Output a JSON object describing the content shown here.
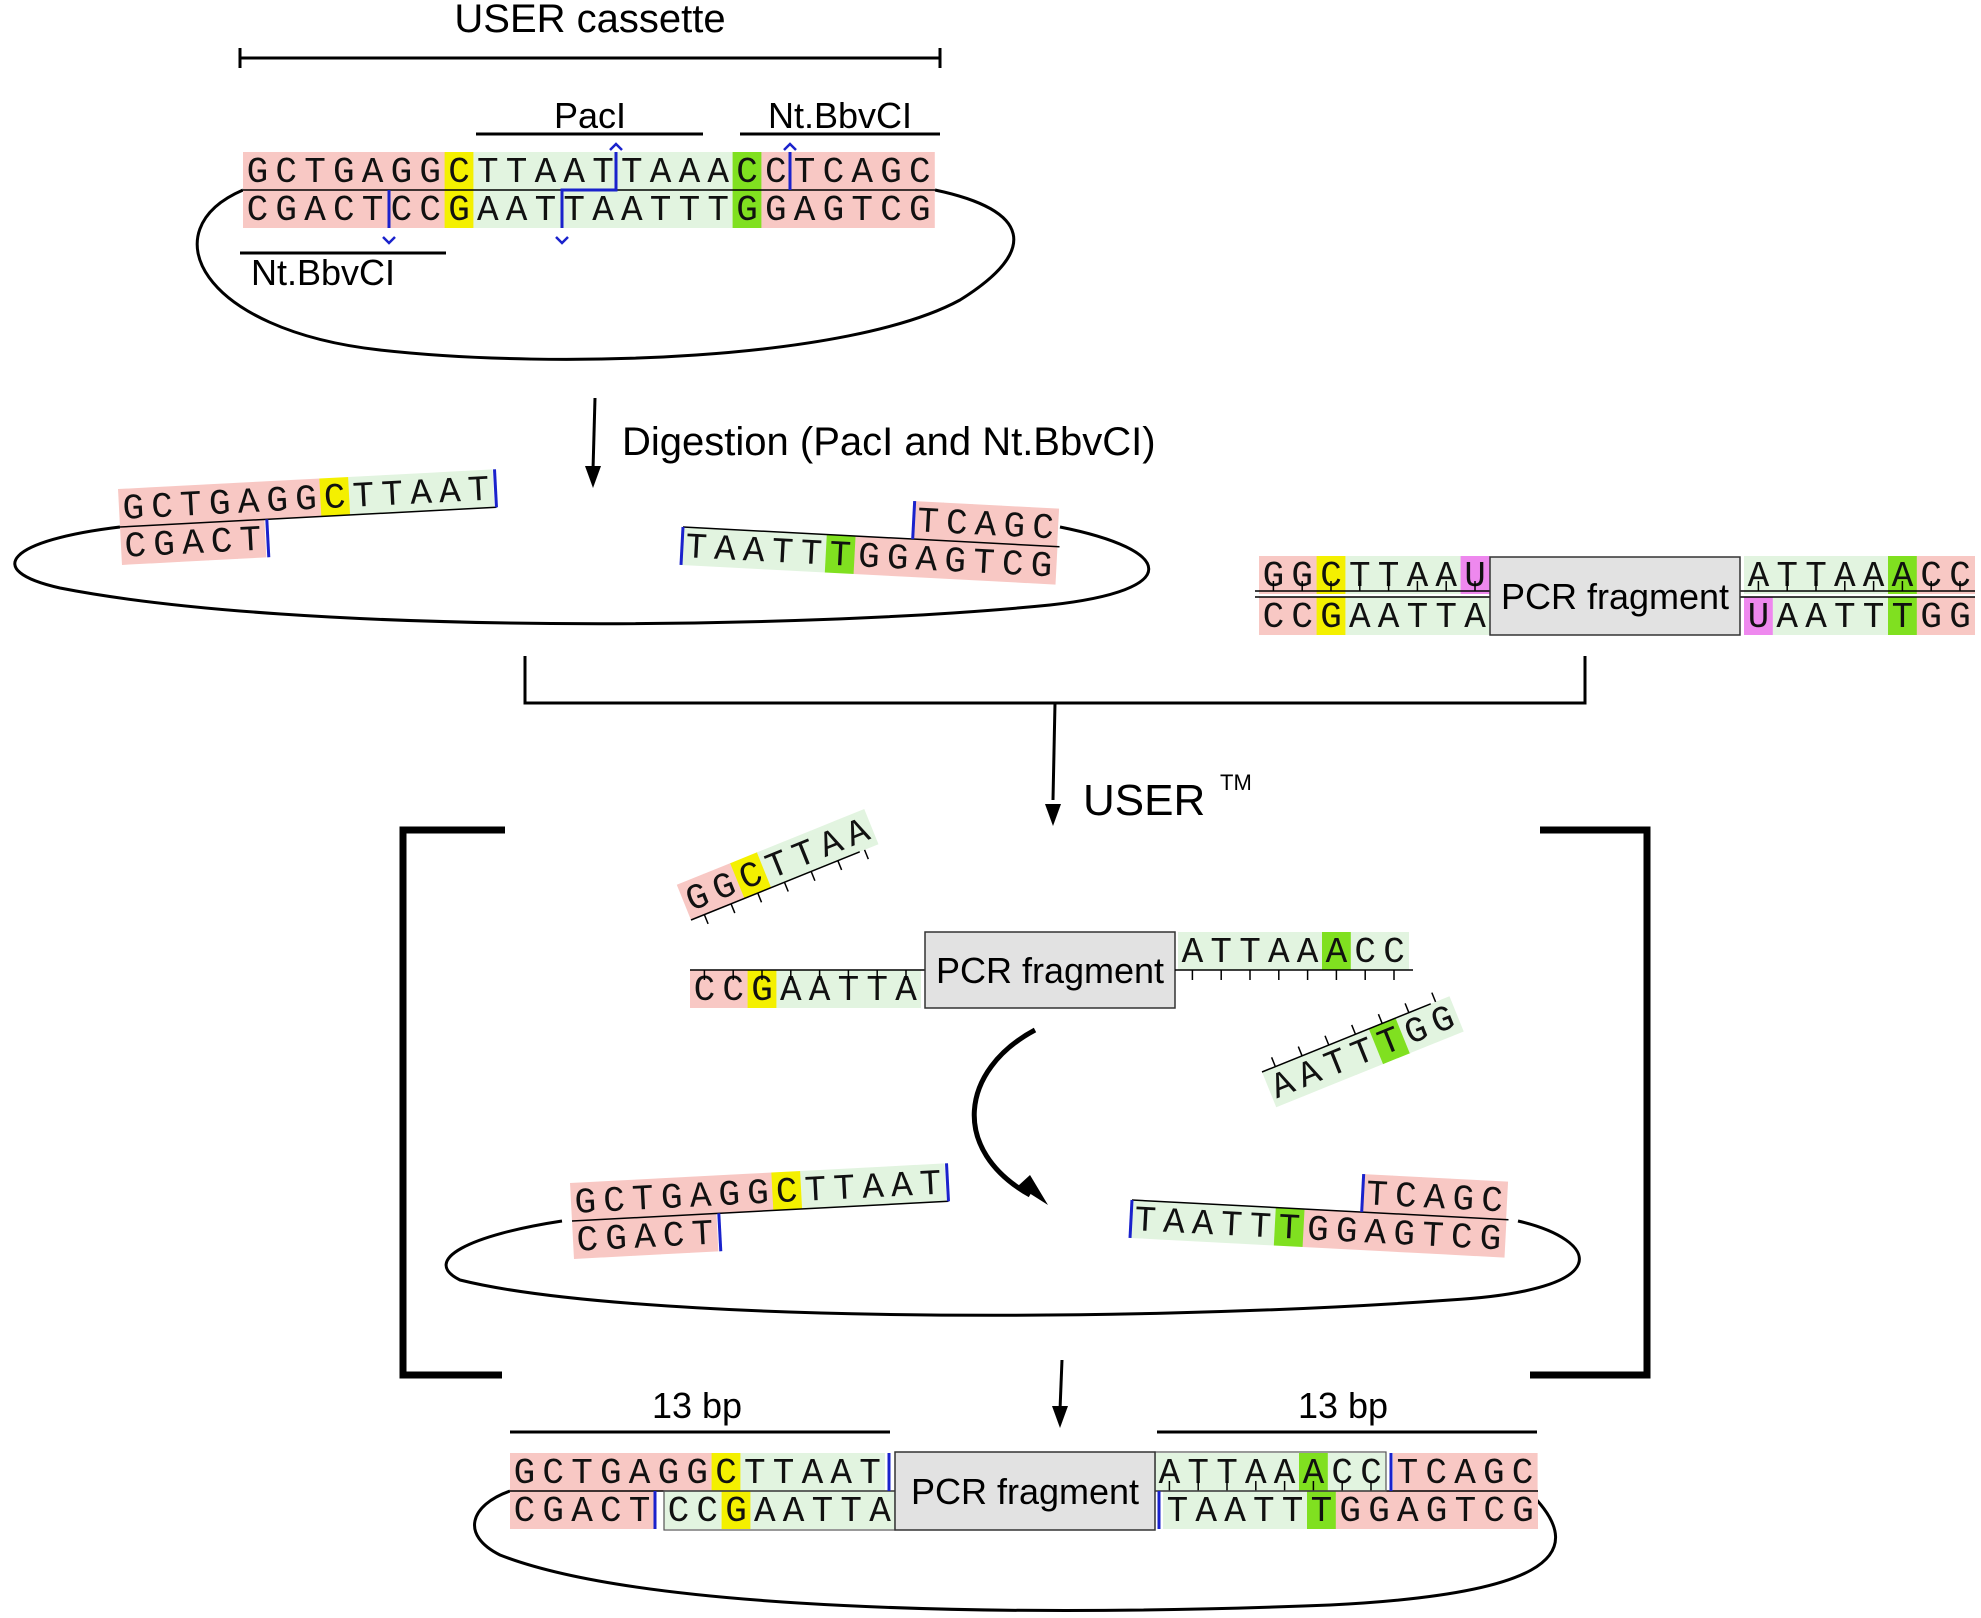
{
  "labels": {
    "cassette": "USER cassette",
    "paci": "PacI",
    "nt_top": "Nt.BbvCI",
    "nt_bottom": "Nt.BbvCI",
    "digestion": "Digestion (PacI and Nt.BbvCI)",
    "user": "USER",
    "user_tm": "TM",
    "bp_left": "13 bp",
    "bp_right": "13 bp",
    "pcr": "PCR fragment"
  },
  "colors": {
    "vector": "#f8c8c4",
    "insert": "#e2f4e0",
    "highlight_c": "#f4f000",
    "highlight_a": "#80e020",
    "uracil": "#ee88ee",
    "cut_mark": "#1a22cc",
    "pcr_box": "#e2e2e2"
  },
  "sequences": {
    "cassette_top": "GCTGAGGCTTAATTAAACCTCAGC",
    "cassette_bottom": "CGACTCCGAATTAATTTGGAGTCG",
    "digest_left_top": "GCTGAGGCTTAAT",
    "digest_left_bottom": "CGACT",
    "digest_right_top": "TCAGC",
    "digest_right_bottom": "TAATTTGGAGTCG",
    "pcr_left_top": "GGCTTAAU",
    "pcr_left_bottom": "CCGAATTA",
    "pcr_right_top": "ATTAAACC",
    "pcr_right_bottom": "UAATTTGG",
    "released_left": "GGCTTAA",
    "released_right": "AATTTGG",
    "user_left_bottom": "CCGAATTA",
    "user_right_top": "ATTAAACC",
    "final_left_top": "GCTGAGGCTTAAT",
    "final_left_bottom": "CGACT",
    "final_insert_bottom": "CCGAATTA",
    "final_insert_top": "ATTAAACC",
    "final_right_top": "TCAGC",
    "final_right_bottom": "TAATTTGGAGTCG"
  }
}
